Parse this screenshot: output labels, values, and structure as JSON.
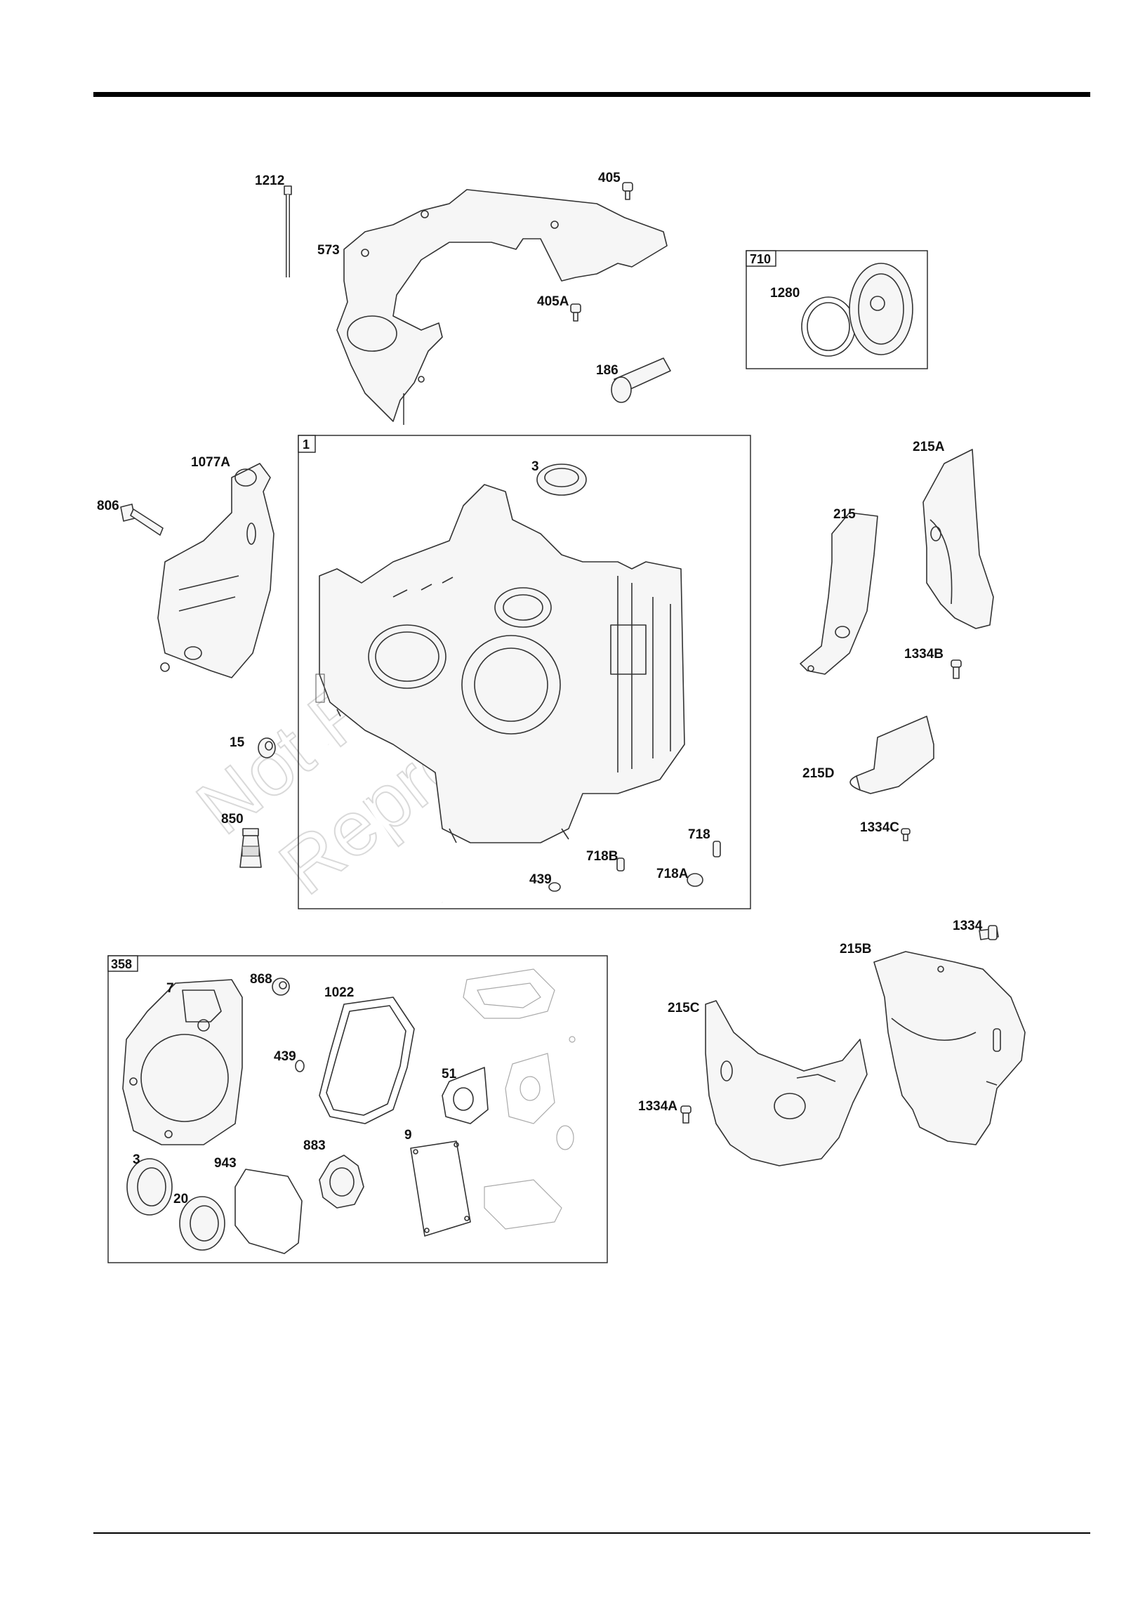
{
  "watermark": {
    "line1": "Not For",
    "line2": "Reproduction"
  },
  "boxes": {
    "assembly_710": "710",
    "assembly_1": "1",
    "assembly_358": "358"
  },
  "labels": {
    "p1212": "1212",
    "p405": "405",
    "p573": "573",
    "p405A": "405A",
    "p186": "186",
    "p1280": "1280",
    "p1077A": "1077A",
    "p806": "806",
    "p3_block": "3",
    "p215A": "215A",
    "p215": "215",
    "p1334B": "1334B",
    "p15": "15",
    "p215D": "215D",
    "p850": "850",
    "p718": "718",
    "p718B": "718B",
    "p718A": "718A",
    "p439_block": "439",
    "p1334C": "1334C",
    "p1334": "1334",
    "p215B": "215B",
    "p868": "868",
    "p7": "7",
    "p1022": "1022",
    "p215C": "215C",
    "p439_kit": "439",
    "p51": "51",
    "p1334A": "1334A",
    "p9": "9",
    "p883": "883",
    "p3_kit": "3",
    "p943": "943",
    "p20": "20"
  },
  "icons": [
    "bolt-icon",
    "seal-ring-icon",
    "gasket-icon",
    "sealant-tube-icon",
    "dowel-pin-icon"
  ]
}
